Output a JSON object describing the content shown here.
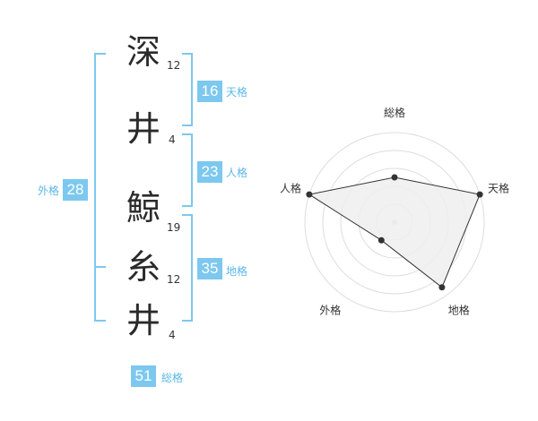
{
  "name": {
    "characters": [
      {
        "char": "深",
        "strokes": "12"
      },
      {
        "char": "井",
        "strokes": "4"
      },
      {
        "char": "鯨",
        "strokes": "19"
      },
      {
        "char": "糸",
        "strokes": "12"
      },
      {
        "char": "井",
        "strokes": "4"
      }
    ]
  },
  "fortune": {
    "tenkaku": {
      "value": "16",
      "label": "天格"
    },
    "jinkaku": {
      "value": "23",
      "label": "人格"
    },
    "chikaku": {
      "value": "35",
      "label": "地格"
    },
    "gaikaku": {
      "value": "28",
      "label": "外格"
    },
    "soukaku": {
      "value": "51",
      "label": "総格"
    }
  },
  "colors": {
    "accent": "#7cc8ef",
    "accent_text": "#5bb8e8",
    "radar_fill": "#efefef",
    "radar_line": "#333333",
    "ring": "#dddddd"
  },
  "chart_data": {
    "type": "radar",
    "axes": [
      "総格",
      "天格",
      "地格",
      "外格",
      "人格"
    ],
    "values": [
      0.5,
      1.0,
      0.9,
      0.25,
      1.0
    ],
    "rings": 5,
    "range": [
      0,
      1
    ]
  }
}
